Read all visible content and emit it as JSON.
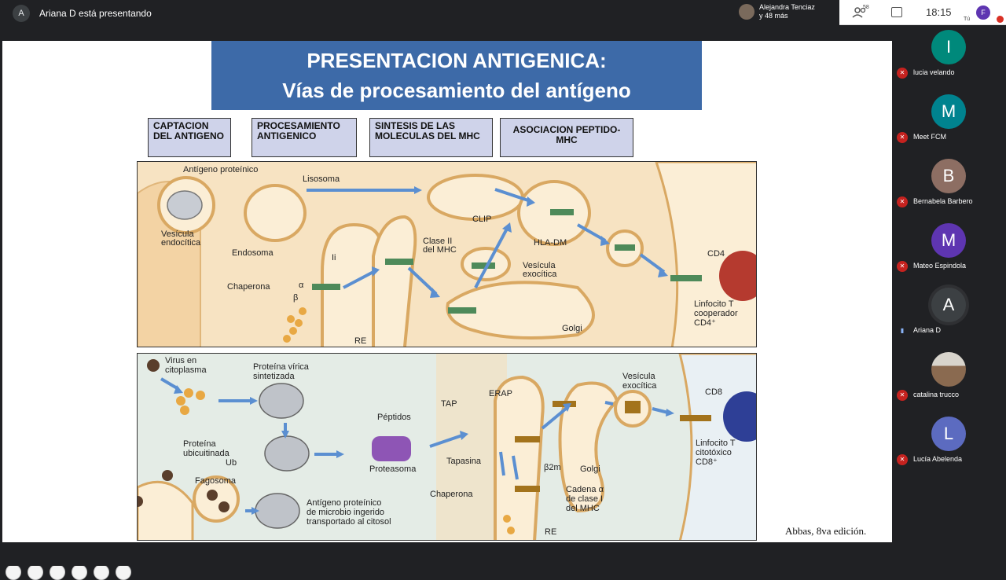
{
  "meeting": {
    "presenter_initial": "A",
    "presenter_text": "Ariana D está presentando",
    "joiner_name": "Alejandra Tenciaz",
    "joiner_more": "y 48 más",
    "people_count": "58",
    "clock": "18:15",
    "me_initial": "F",
    "me_label": "Tú"
  },
  "slide": {
    "title_line1": "PRESENTACION ANTIGENICA:",
    "title_line2": "Vías de procesamiento del antígeno",
    "steps": [
      {
        "label": "CAPTACION DEL ANTIGENO"
      },
      {
        "label": "PROCESAMIENTO ANTIGENICO"
      },
      {
        "label": "SINTESIS DE LAS MOLECULAS DEL MHC"
      },
      {
        "label": "ASOCIACION PEPTIDO-MHC"
      }
    ],
    "top_panel_labels": {
      "antigen": "Antígeno proteínico",
      "lysosome": "Lisosoma",
      "vesicle_endo_1": "Vesícula",
      "vesicle_endo_2": "endocítica",
      "endosome": "Endosoma",
      "ii": "Ii",
      "mhc2_1": "Clase II",
      "mhc2_2": "del MHC",
      "clip": "CLIP",
      "hladm": "HLA-DM",
      "vesicle_exo_1": "Vesícula",
      "vesicle_exo_2": "exocítica",
      "chaperone": "Chaperona",
      "alpha": "α",
      "beta": "β",
      "re": "RE",
      "golgi": "Golgi",
      "cd4": "CD4",
      "tcell_1": "Linfocito T",
      "tcell_2": "cooperador",
      "tcell_3": "CD4⁺"
    },
    "bottom_panel_labels": {
      "virus_1": "Virus en",
      "virus_2": "citoplasma",
      "viral_1": "Proteína vírica",
      "viral_2": "sintetizada",
      "ubiq_1": "Proteína",
      "ubiq_2": "ubicuitinada",
      "ub": "Ub",
      "proteasome": "Proteasoma",
      "peptides": "Péptidos",
      "tap": "TAP",
      "erap": "ERAP",
      "tapasin": "Tapasina",
      "b2m": "β2m",
      "golgi": "Golgi",
      "chaperone": "Chaperona",
      "chain_1": "Cadena α",
      "chain_2": "de clase I",
      "chain_3": "del MHC",
      "re": "RE",
      "phago": "Fagosoma",
      "ingest_1": "Antígeno proteínico",
      "ingest_2": "de microbio ingerido",
      "ingest_3": "transportado al citosol",
      "vesicle_exo_1": "Vesícula",
      "vesicle_exo_2": "exocítica",
      "cd8": "CD8",
      "tcell_1": "Linfocito T",
      "tcell_2": "citotóxico",
      "tcell_3": "CD8⁺"
    },
    "citation": "Abbas, 8va edición."
  },
  "participants": [
    {
      "initial": "I",
      "name": "lucia velando",
      "color": "#00897b"
    },
    {
      "initial": "M",
      "name": "Meet FCM",
      "color": "#00838f"
    },
    {
      "initial": "B",
      "name": "Bernabela Barbero",
      "color": "#8d6e63"
    },
    {
      "initial": "M",
      "name": "Mateo Espindola",
      "color": "#5e35b1"
    },
    {
      "initial": "A",
      "name": "Ariana D",
      "color": "#3c4043"
    },
    {
      "initial": "",
      "name": "catalina trucco",
      "color": "#8a7a6a"
    },
    {
      "initial": "L",
      "name": "Lucía Abelenda",
      "color": "#5c6bc0"
    }
  ]
}
